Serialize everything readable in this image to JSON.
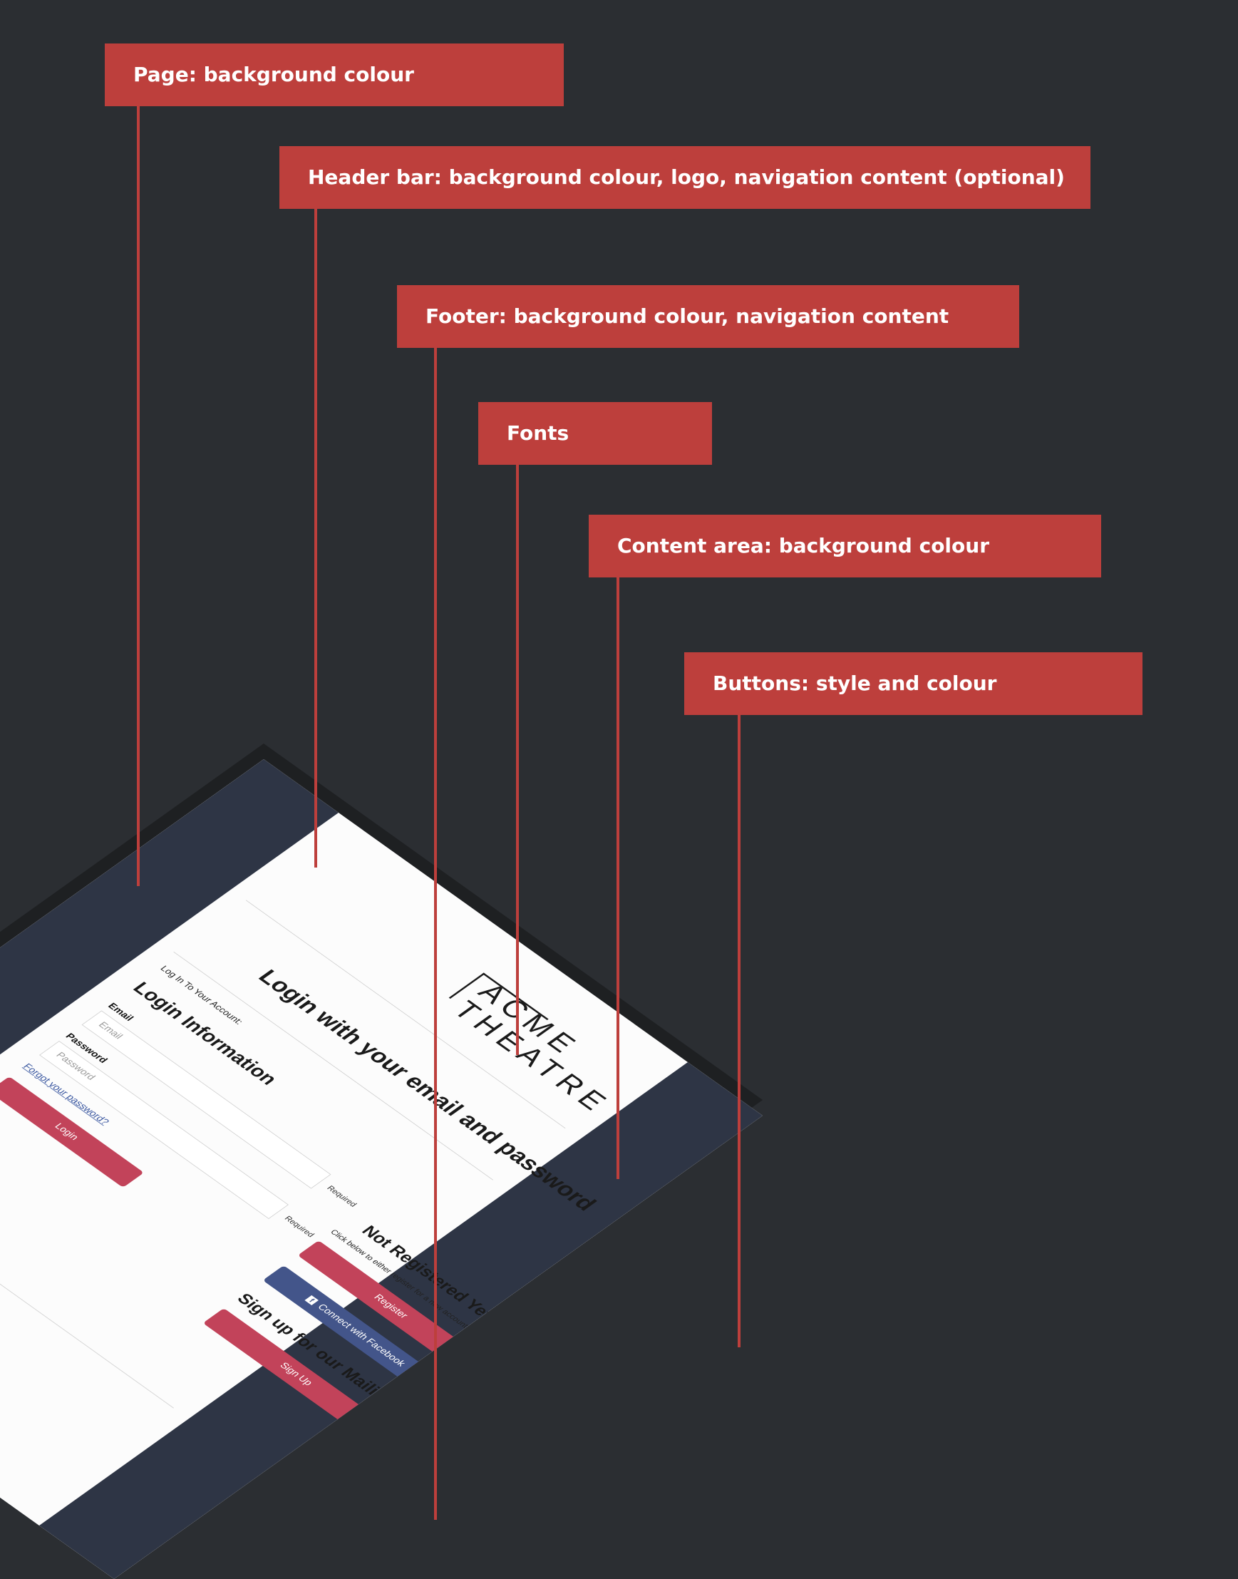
{
  "callouts": [
    {
      "label": "Page: background colour"
    },
    {
      "label": "Header bar: background colour, logo, navigation content (optional)"
    },
    {
      "label": "Footer: background colour, navigation content"
    },
    {
      "label": "Fonts"
    },
    {
      "label": "Content area: background colour"
    },
    {
      "label": "Buttons: style and colour"
    }
  ],
  "mockup": {
    "logo_line1": "ACME",
    "logo_line2": "THEATRE",
    "main_heading": "Login with your email and password",
    "login_prompt": "Log In To Your Account:",
    "login_heading": "Login Information",
    "email_label": "Email",
    "email_placeholder": "Email",
    "password_label": "Password",
    "password_placeholder": "Password",
    "required_text": "Required",
    "forgot_link": "Forgot your password?",
    "login_button": "Login",
    "not_registered_heading": "Not Registered Yet?",
    "not_registered_text": "Click below to either register for a new account or checkout as guest",
    "register_button": "Register",
    "facebook_button": "Connect with Facebook",
    "mailing_heading": "Sign up for our Mailing List",
    "signup_button": "Sign Up"
  },
  "colors": {
    "background": "#2b2e32",
    "callout": "#bd3f3c",
    "primary_button": "#c2435a",
    "facebook_button": "#43558a",
    "side_panel": "#2e3545"
  }
}
